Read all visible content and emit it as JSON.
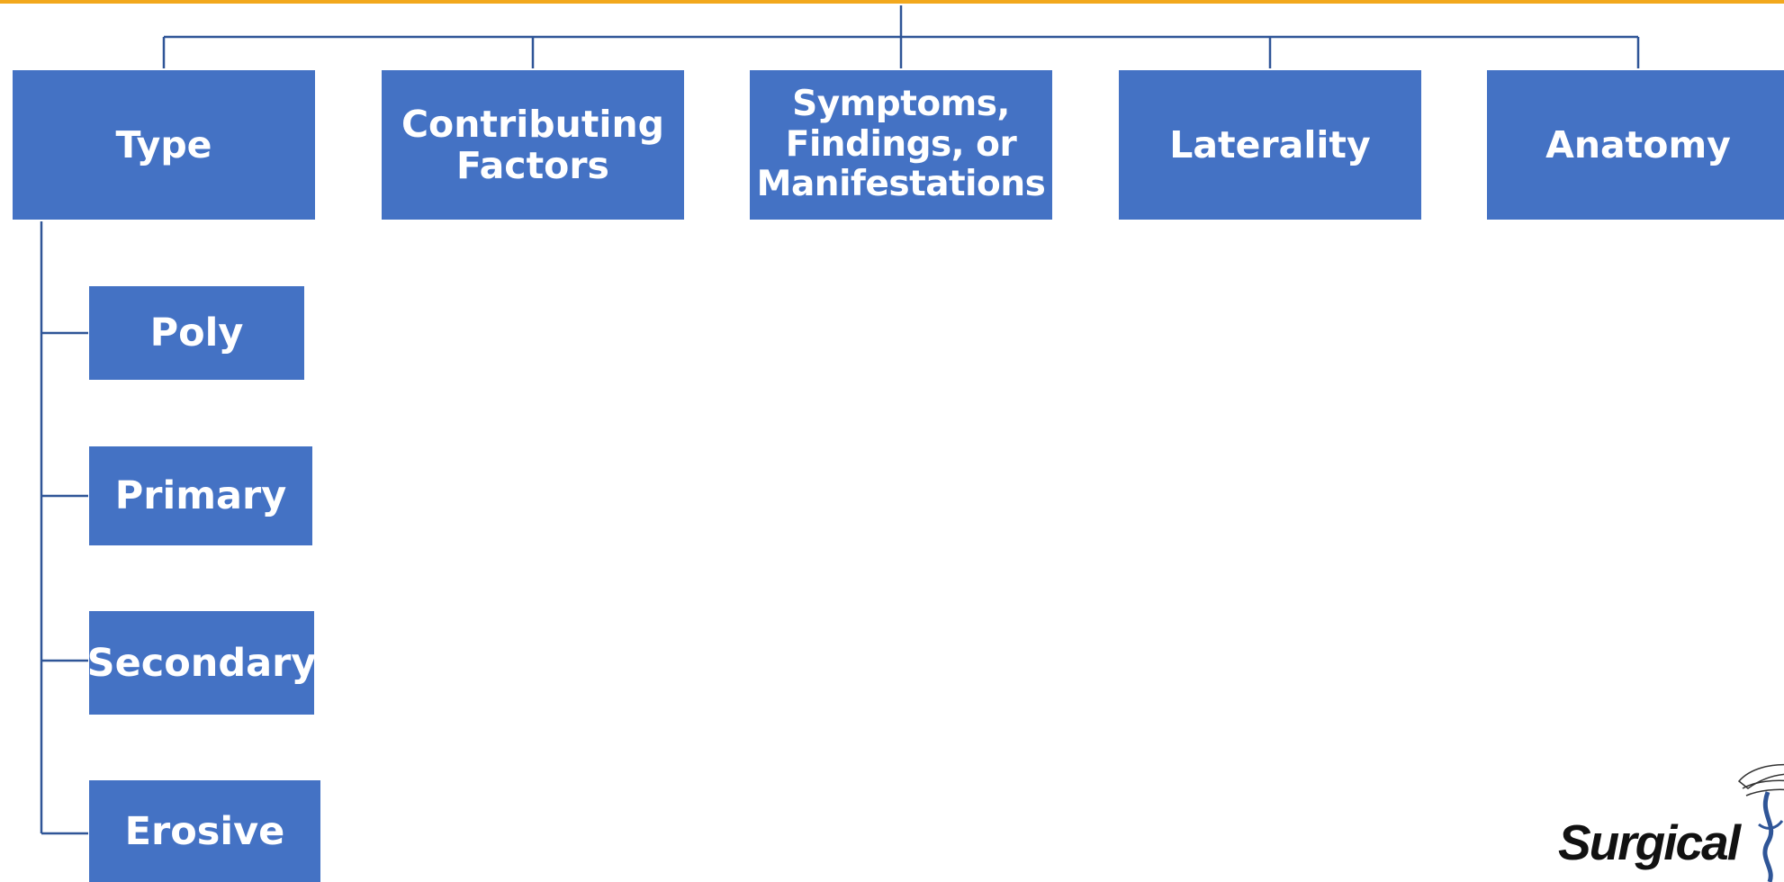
{
  "colors": {
    "box_fill": "#4472C4",
    "connector": "#2F5597",
    "top_rule": "#F2A81D",
    "logo_text": "#111111",
    "logo_accent": "#2F5597"
  },
  "categories": [
    {
      "label": "Type"
    },
    {
      "label": "Contributing\nFactors"
    },
    {
      "label": "Symptoms,\nFindings, or\nManifestations"
    },
    {
      "label": "Laterality"
    },
    {
      "label": "Anatomy"
    }
  ],
  "type_children": [
    {
      "label": "Poly"
    },
    {
      "label": "Primary"
    },
    {
      "label": "Secondary"
    },
    {
      "label": "Erosive"
    }
  ],
  "logo": {
    "text": "Surgical",
    "icon": "caduceus-wing-icon"
  }
}
